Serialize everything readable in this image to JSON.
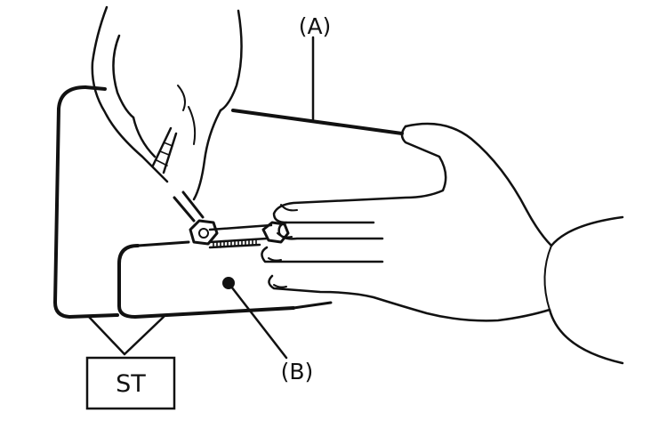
{
  "labels": {
    "part_a": "(A)",
    "part_b": "(B)",
    "special_tool": "ST"
  },
  "colors": {
    "ink": "#111111",
    "background": "#ffffff"
  }
}
